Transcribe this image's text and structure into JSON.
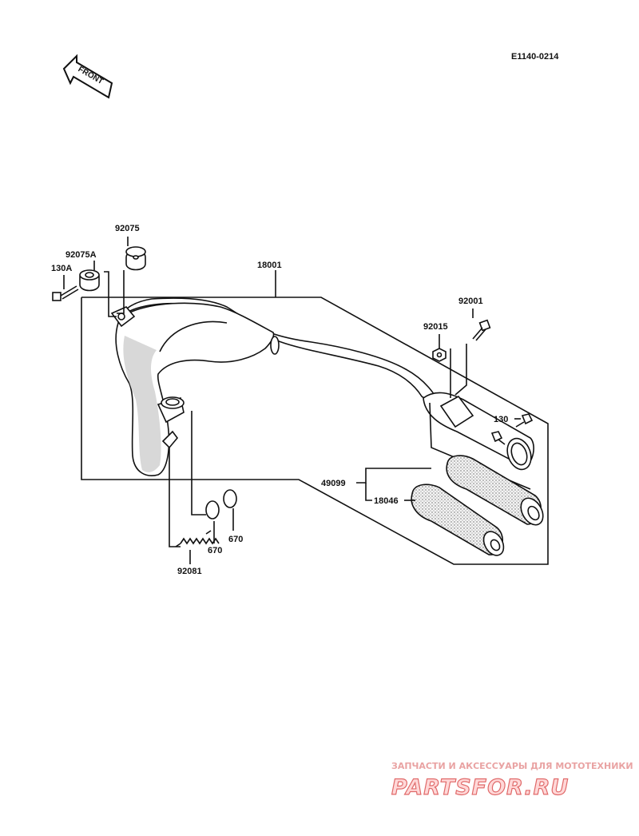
{
  "diagram_code": "E1140-0214",
  "front_label": "FRONT",
  "parts": [
    {
      "id": "part-18001",
      "label": "18001"
    },
    {
      "id": "part-92075",
      "label": "92075"
    },
    {
      "id": "part-92075a",
      "label": "92075A"
    },
    {
      "id": "part-130a",
      "label": "130A"
    },
    {
      "id": "part-92001",
      "label": "92001"
    },
    {
      "id": "part-92015",
      "label": "92015"
    },
    {
      "id": "part-130",
      "label": "130"
    },
    {
      "id": "part-49099",
      "label": "49099"
    },
    {
      "id": "part-18046",
      "label": "18046"
    },
    {
      "id": "part-670-a",
      "label": "670"
    },
    {
      "id": "part-670-b",
      "label": "670"
    },
    {
      "id": "part-92081",
      "label": "92081"
    }
  ],
  "watermark": {
    "caption": "ЗАПЧАСТИ И АКСЕССУАРЫ ДЛЯ МОТОТЕХНИКИ",
    "brand": "PARTSFOR.RU"
  },
  "colors": {
    "ink": "#111111",
    "watermark": "#e06a6a",
    "background": "#ffffff"
  }
}
